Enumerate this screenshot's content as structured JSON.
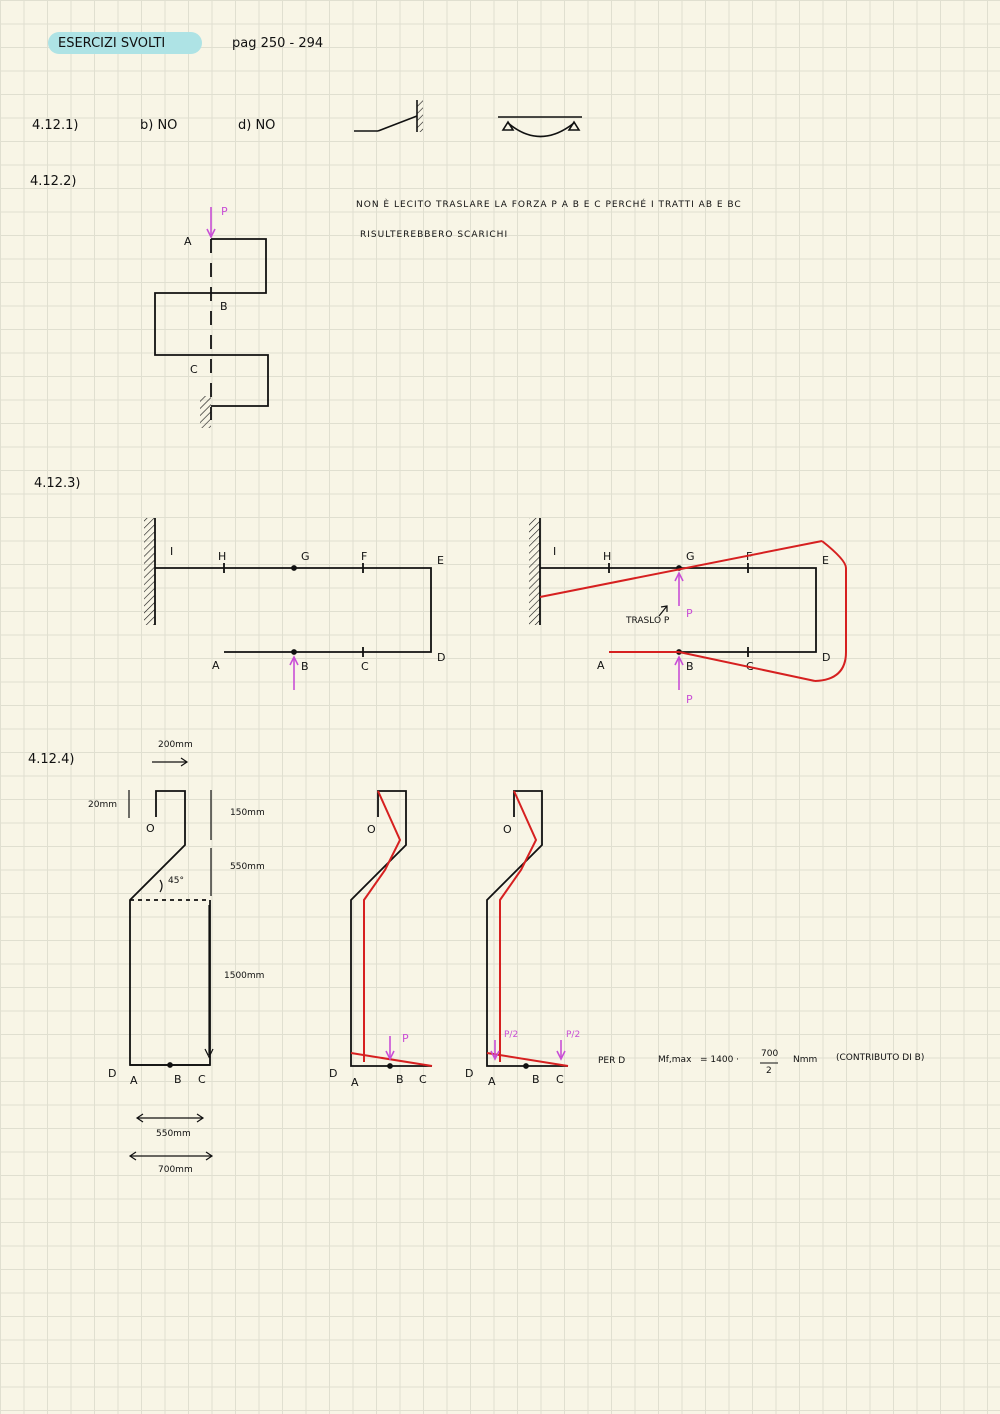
{
  "header": {
    "title": "ESERCIZI SVOLTI",
    "pages": "pag 250 - 294"
  },
  "ex1": {
    "label": "4.12.1)",
    "ans_b": "b) NO",
    "ans_d": "d) NO"
  },
  "ex2": {
    "label": "4.12.2)",
    "note_line1": "NON È LECITO TRASLARE LA FORZA P A B E C PERCHÉ I TRATTI AB E BC",
    "note_line2": "RISULTEREBBERO SCARICHI",
    "points": {
      "a": "A",
      "b": "B",
      "c": "C",
      "p": "P"
    }
  },
  "ex3": {
    "label": "4.12.3)",
    "points": {
      "i": "I",
      "h": "H",
      "g": "G",
      "f": "F",
      "e": "E",
      "a": "A",
      "b": "B",
      "c": "C",
      "d": "D",
      "p": "P"
    },
    "annotation": "TRASLO P"
  },
  "ex4": {
    "label": "4.12.4)",
    "dims": {
      "d200": "200mm",
      "d20": "20mm",
      "d150": "150mm",
      "d550": "550mm",
      "angle": "45°",
      "d1500": "1500mm",
      "d550b": "550mm",
      "d700": "700mm"
    },
    "points": {
      "o": "O",
      "d": "D",
      "a": "A",
      "b": "B",
      "c": "C",
      "p": "P",
      "p2": "P/2"
    },
    "formula": {
      "per": "PER D",
      "mf": "Mf,max",
      "eq": "= 1400 ·",
      "num": "700",
      "den": "2",
      "unit": "Nmm",
      "note": "(CONTRIBUTO DI B)"
    }
  }
}
